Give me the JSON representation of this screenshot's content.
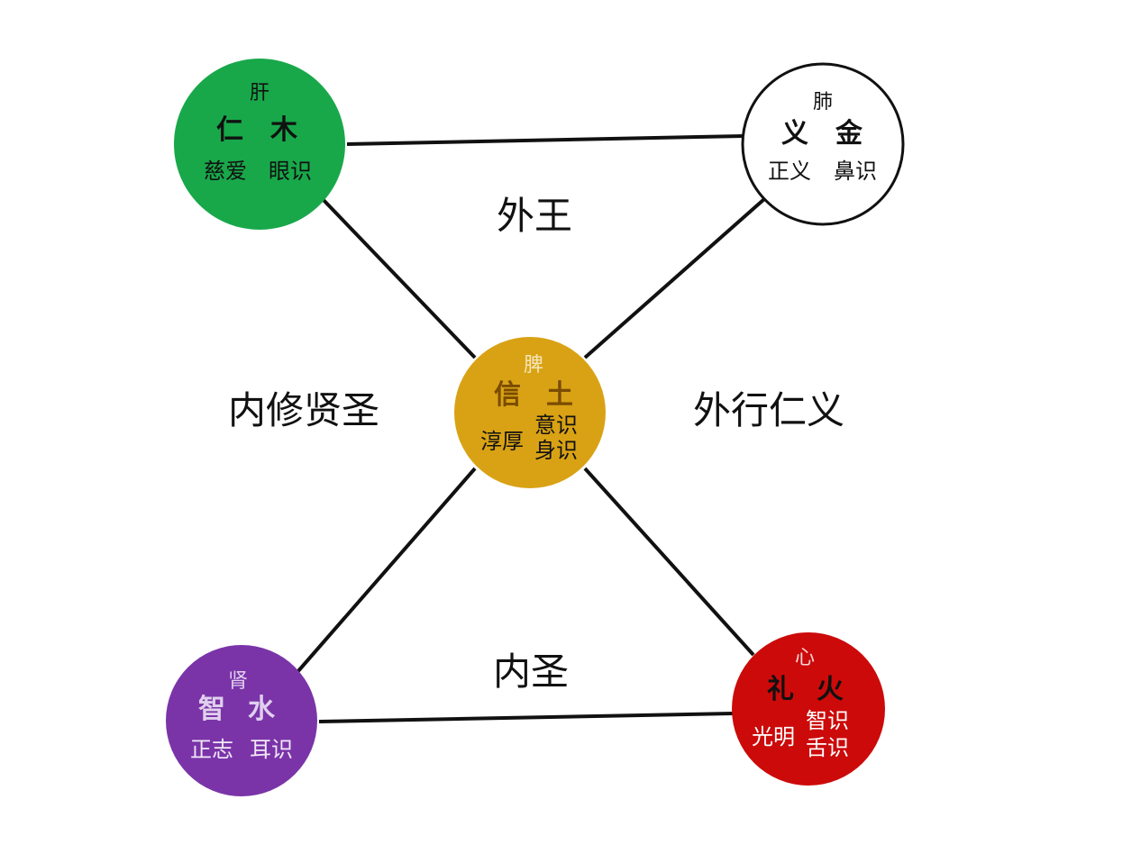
{
  "colors": {
    "wood": "#18a84a",
    "metal": "#ffffff",
    "earth": "#d9a215",
    "water": "#7a34a8",
    "fire": "#cc0a0a",
    "line": "#111111",
    "text_dark": "#111111",
    "text_on_gold": "#7a4c00",
    "text_on_gold_light": "#f4e6b8"
  },
  "regions": {
    "top": "外王",
    "left": "内修贤圣",
    "right": "外行仁义",
    "bottom": "内圣"
  },
  "nodes": {
    "wood": {
      "organ": "肝",
      "virtue": "仁",
      "element": "木",
      "trait": "慈爱",
      "sense": "眼识"
    },
    "metal": {
      "organ": "肺",
      "virtue": "义",
      "element": "金",
      "trait": "正义",
      "sense": "鼻识"
    },
    "earth": {
      "organ": "脾",
      "virtue": "信",
      "element": "土",
      "trait": "淳厚",
      "sense1": "意识",
      "sense2": "身识"
    },
    "water": {
      "organ": "肾",
      "virtue": "智",
      "element": "水",
      "trait": "正志",
      "sense": "耳识"
    },
    "fire": {
      "organ": "心",
      "virtue": "礼",
      "element": "火",
      "trait": "光明",
      "sense1": "智识",
      "sense2": "舌识"
    }
  }
}
